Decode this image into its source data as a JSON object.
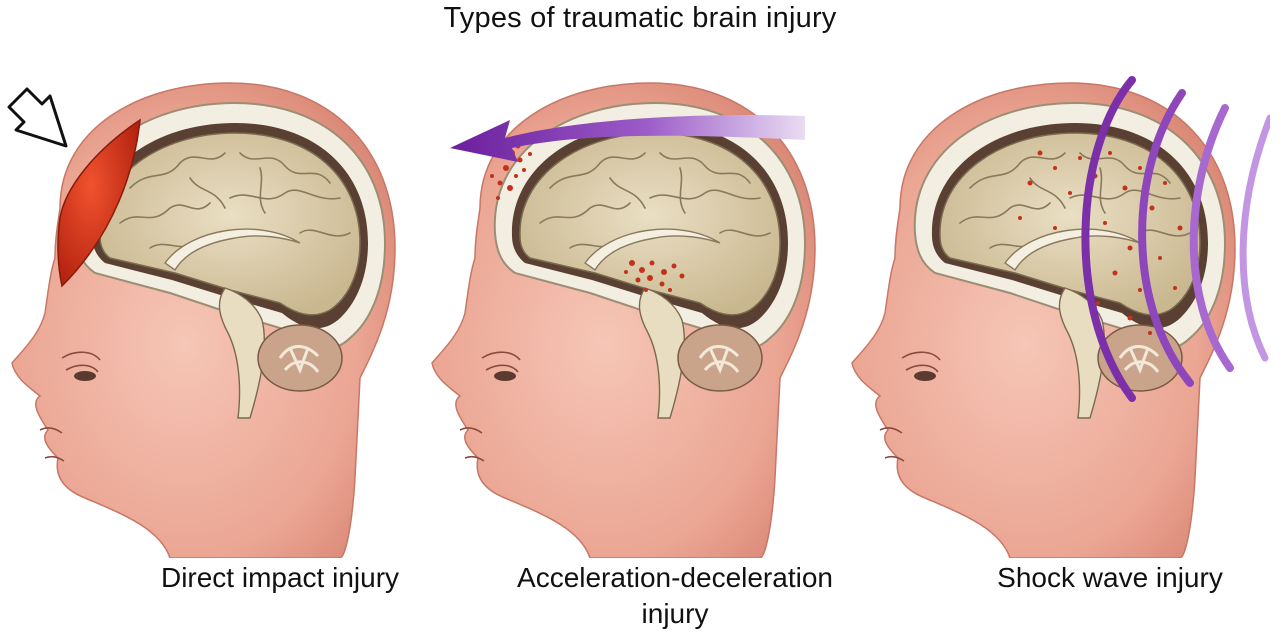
{
  "title": "Types of traumatic brain injury",
  "panels": [
    {
      "caption": "Direct impact injury"
    },
    {
      "caption_line1": "Acceleration-deceleration",
      "caption_line2": "injury"
    },
    {
      "caption": "Shock wave injury"
    }
  ],
  "colors": {
    "skin": "#f1b3a3",
    "skin_shadow": "#d9897a",
    "skull": "#f3eee2",
    "brain": "#ddcfae",
    "brain_fold": "#8a7a5c",
    "hematoma": "#d4341a",
    "force_arrow": "#7b2fa8",
    "shock_wave": "#7b2fa8"
  }
}
